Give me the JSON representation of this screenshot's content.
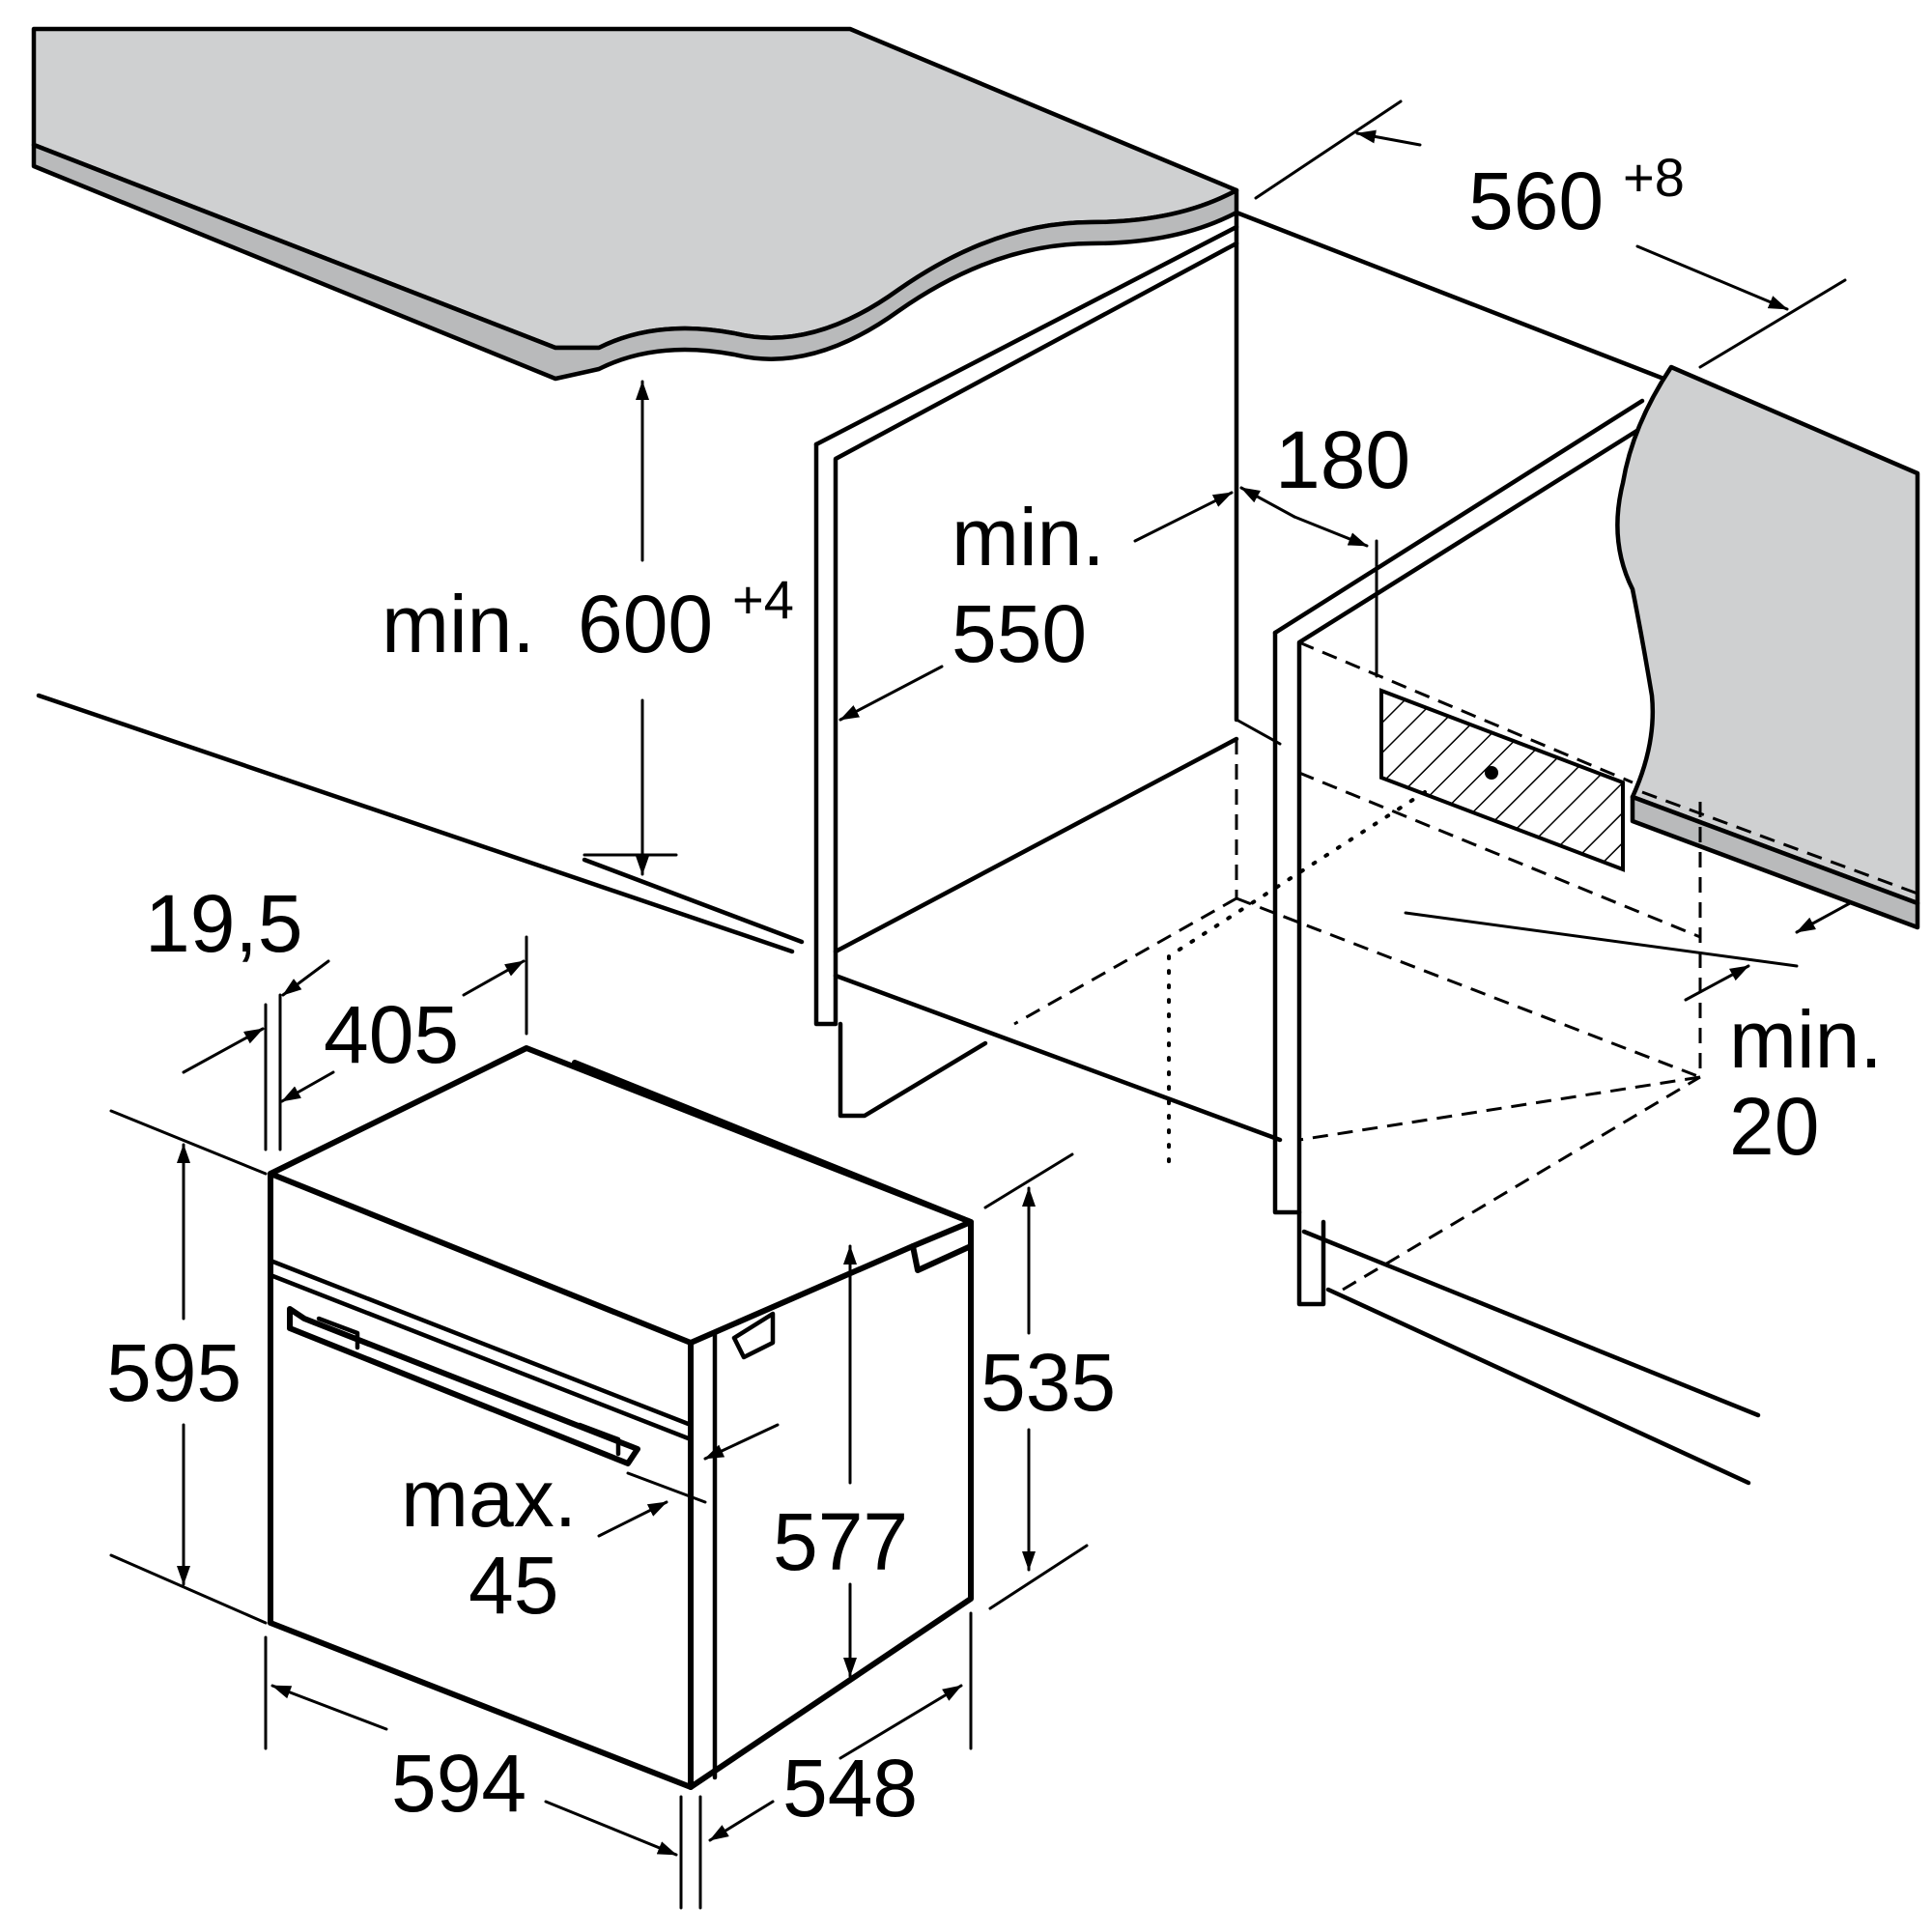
{
  "dimensions": {
    "niche_width": {
      "value": "560",
      "tolerance": "+8"
    },
    "cabinet_depth": {
      "prefix": "min.",
      "value": "550"
    },
    "vent_depth": "180",
    "niche_height": {
      "prefix": "min.",
      "value": "600",
      "tolerance": "+4"
    },
    "rear_gap": {
      "prefix": "min.",
      "value": "20"
    },
    "front_panel_thickness": "19,5",
    "handle_offset": "405",
    "oven_height": "595",
    "oven_body_height": "577",
    "oven_side_height": "535",
    "handle_projection": {
      "prefix": "max.",
      "value": "45"
    },
    "oven_width": "594",
    "oven_depth": "548"
  }
}
